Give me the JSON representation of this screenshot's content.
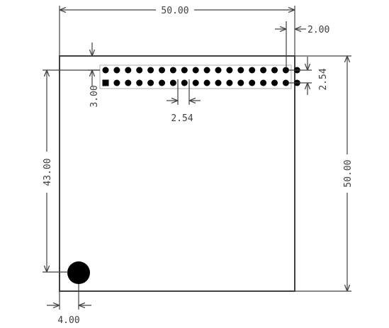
{
  "dimensions": {
    "board_width": "50.00",
    "board_height": "50.00",
    "header_right_offset": "2.00",
    "pin_pitch_vertical": "2.54",
    "pin_pitch_horizontal": "2.54",
    "header_top_offset": "3.00",
    "hole_vertical_offset": "43.00",
    "hole_horizontal_offset": "4.00"
  },
  "header": {
    "rows": 2,
    "pins_per_row": 18,
    "pin1_shape": "square"
  },
  "colors": {
    "ink": "#000000",
    "dimension": "#404040",
    "header_outline": "#b0b0b0"
  }
}
